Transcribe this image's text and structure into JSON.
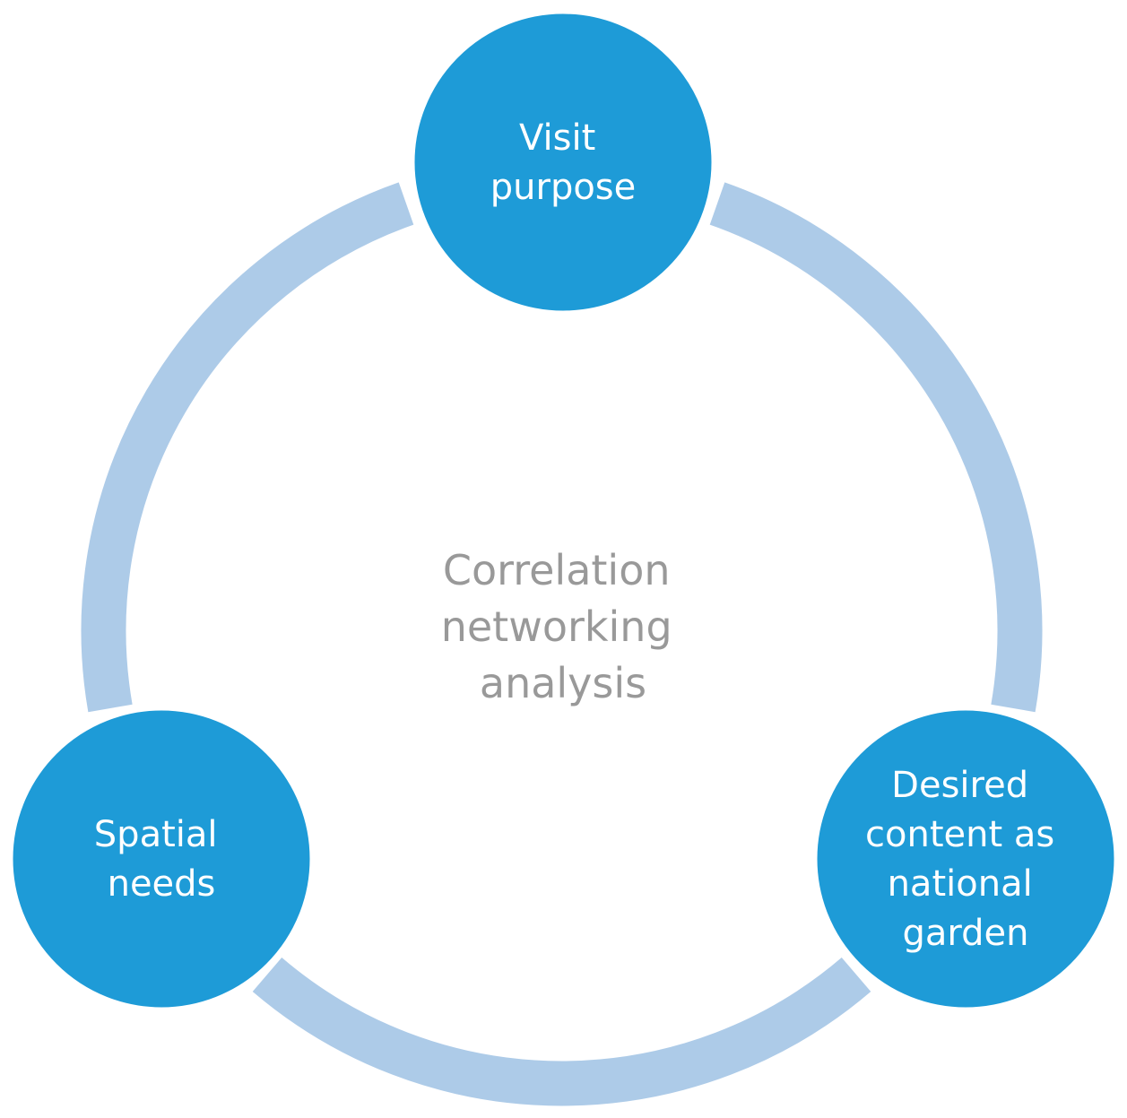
{
  "colors": {
    "ring": "#adcbe8",
    "node_fill": "#1e9bd7",
    "node_text": "#ffffff",
    "center_text": "#999999",
    "background": "#ffffff"
  },
  "center": {
    "lines": [
      "Correlation",
      "networking",
      "analysis"
    ]
  },
  "nodes": [
    {
      "id": "visit-purpose",
      "lines": [
        "Visit",
        "purpose"
      ]
    },
    {
      "id": "desired-content",
      "lines": [
        "Desired",
        "content as",
        "national",
        "garden"
      ]
    },
    {
      "id": "spatial-needs",
      "lines": [
        "Spatial",
        "needs"
      ]
    }
  ]
}
